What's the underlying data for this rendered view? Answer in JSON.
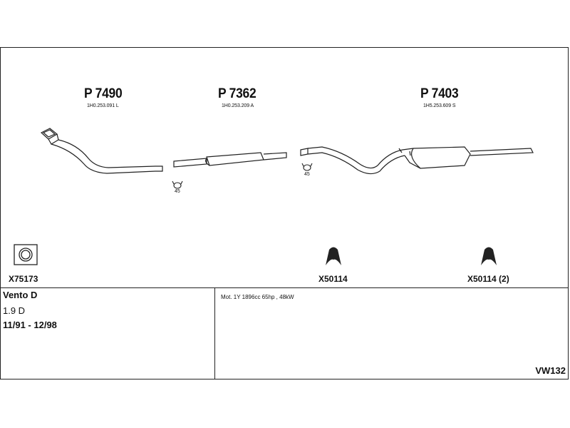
{
  "parts": [
    {
      "number": "P 7490",
      "oem": "1H0.253.091 L"
    },
    {
      "number": "P 7362",
      "oem": "1H0.253.209 A"
    },
    {
      "number": "P 7403",
      "oem": "1H5.253.609 S"
    }
  ],
  "clamp_angles": [
    "45",
    "45"
  ],
  "accessories": [
    "X75173",
    "X50114",
    "X50114 (2)"
  ],
  "vehicle": {
    "model": "Vento D",
    "engine_size": "1.9 D",
    "years": "11/91 - 12/98"
  },
  "engine_note": "Mot. 1Y 1896cc 65hp , 48kW",
  "reference": "VW132"
}
